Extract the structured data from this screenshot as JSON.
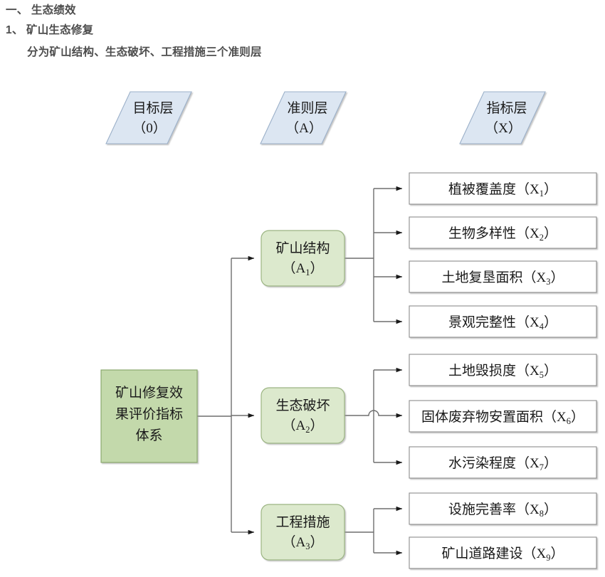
{
  "heading": {
    "line1": "一、 生态绩效",
    "line2": "1、 矿山生态修复",
    "line3": "分为矿山结构、生态破坏、工程措施三个准则层"
  },
  "colors": {
    "layer_band_fill": "#dce6f2",
    "layer_band_stroke": "#9bb0c9",
    "goal_fill": "#c3d9ab",
    "goal_stroke": "#8aa86d",
    "criteria_fill": "#dce9cd",
    "criteria_stroke": "#9cb583",
    "indicator_fill": "#ffffff",
    "indicator_stroke": "#8c8c8c",
    "connector": "#6e6e6e",
    "heading_text": "#4d4d4d",
    "node_text": "#1a1a1a"
  },
  "layer_headers": [
    {
      "title": "目标层",
      "code": "（0）",
      "name": "goal-layer-header"
    },
    {
      "title": "准则层",
      "code": "（A）",
      "name": "criteria-layer-header"
    },
    {
      "title": "指标层",
      "code": "（X）",
      "name": "indicator-layer-header"
    }
  ],
  "goal": {
    "lines": [
      "矿山修复效",
      "果评价指标",
      "体系"
    ]
  },
  "criteria": [
    {
      "title": "矿山结构",
      "code": "A",
      "sub": "1"
    },
    {
      "title": "生态破坏",
      "code": "A",
      "sub": "2"
    },
    {
      "title": "工程措施",
      "code": "A",
      "sub": "3"
    }
  ],
  "indicators": [
    {
      "title": "植被覆盖度",
      "code": "X",
      "sub": "1",
      "group": 0
    },
    {
      "title": "生物多样性",
      "code": "X",
      "sub": "2",
      "group": 0
    },
    {
      "title": "土地复垦面积",
      "code": "X",
      "sub": "3",
      "group": 0
    },
    {
      "title": "景观完整性",
      "code": "X",
      "sub": "4",
      "group": 0
    },
    {
      "title": "土地毁损度",
      "code": "X",
      "sub": "5",
      "group": 1
    },
    {
      "title": "固体废弃物安置面积",
      "code": "X",
      "sub": "6",
      "group": 1
    },
    {
      "title": "水污染程度",
      "code": "X",
      "sub": "7",
      "group": 1
    },
    {
      "title": "设施完善率",
      "code": "X",
      "sub": "8",
      "group": 2
    },
    {
      "title": "矿山道路建设",
      "code": "X",
      "sub": "9",
      "group": 2
    }
  ]
}
